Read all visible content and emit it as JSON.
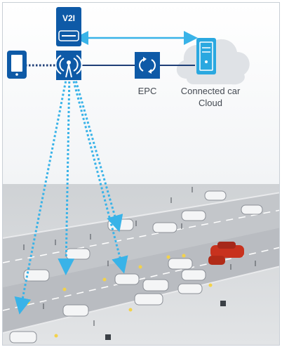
{
  "labels": {
    "v2i": "V2I",
    "epc": "EPC",
    "connected_car_cloud": "Connected car Cloud"
  },
  "colors": {
    "device_blue": "#0e5aa7",
    "link_cyan": "#39b3e8",
    "link_dark": "#1f3f77",
    "cloud_grey": "#dfe2e6",
    "cloud_server": "#2aa8e0",
    "highlight_car": "#c8321e",
    "road_surface": "#d7d9dc"
  },
  "icons": [
    "smartphone-icon",
    "antenna-icon",
    "v2i-unit-icon",
    "epc-loop-icon",
    "server-icon",
    "cloud-icon"
  ]
}
